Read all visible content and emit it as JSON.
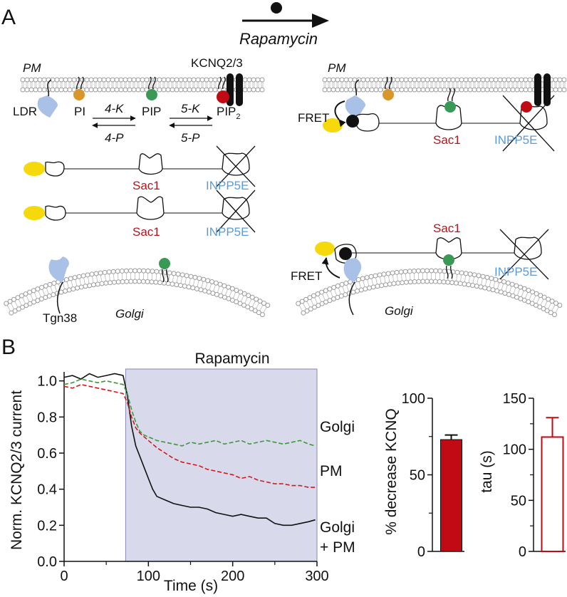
{
  "panel_a": {
    "letter": "A",
    "arrow_label": "Rapamycin",
    "left": {
      "pm": "PM",
      "kcnq": "KCNQ2/3",
      "ldr": "LDR",
      "pi": "PI",
      "pip": "PIP",
      "pip2": "PIP",
      "pip2_sub": "2",
      "k4": "4-K",
      "p4": "4-P",
      "k5": "5-K",
      "p5": "5-P",
      "sac1": "Sac1",
      "inpp5e": "INPP5E",
      "tgn38": "Tgn38",
      "golgi": "Golgi"
    },
    "right": {
      "pm": "PM",
      "fret": "FRET",
      "sac1": "Sac1",
      "inpp5e": "INPP5E",
      "golgi": "Golgi"
    }
  },
  "panel_b": {
    "letter": "B",
    "colors": {
      "golgi": "#3a9a3a",
      "pm": "#cc1c1c",
      "both": "#111111",
      "shade": "#d9d9ec",
      "bar": "#c00a14"
    },
    "chart_data": [
      {
        "type": "line",
        "title": "Rapamycin",
        "xlabel": "Time (s)",
        "ylabel": "Norm. KCNQ2/3 current",
        "xlim": [
          0,
          300
        ],
        "ylim": [
          0,
          1.05
        ],
        "xticks": [
          "0",
          "100",
          "200",
          "300"
        ],
        "yticks": [
          "0.0",
          "0.2",
          "0.4",
          "0.6",
          "0.8",
          "1.0"
        ],
        "shaded_region": [
          73,
          300
        ],
        "series": [
          {
            "name": "Golgi",
            "style": "dashed",
            "x": [
              0,
              10,
              20,
              30,
              40,
              50,
              60,
              70,
              75,
              80,
              85,
              90,
              95,
              100,
              110,
              120,
              130,
              140,
              150,
              160,
              170,
              180,
              190,
              200,
              210,
              220,
              230,
              240,
              250,
              260,
              270,
              280,
              290,
              298
            ],
            "y": [
              0.98,
              0.99,
              1.01,
              1.0,
              0.99,
              1.0,
              0.99,
              0.98,
              0.93,
              0.84,
              0.77,
              0.72,
              0.7,
              0.69,
              0.67,
              0.66,
              0.65,
              0.64,
              0.66,
              0.65,
              0.66,
              0.67,
              0.65,
              0.66,
              0.67,
              0.65,
              0.66,
              0.67,
              0.66,
              0.65,
              0.66,
              0.67,
              0.65,
              0.64
            ]
          },
          {
            "name": "PM",
            "style": "dashed",
            "x": [
              0,
              10,
              20,
              30,
              40,
              50,
              60,
              70,
              75,
              80,
              85,
              90,
              95,
              100,
              110,
              120,
              130,
              140,
              150,
              160,
              170,
              180,
              190,
              200,
              210,
              220,
              230,
              240,
              250,
              260,
              270,
              280,
              290,
              298
            ],
            "y": [
              0.97,
              0.96,
              0.98,
              0.97,
              0.96,
              0.95,
              0.94,
              0.93,
              0.88,
              0.8,
              0.74,
              0.71,
              0.69,
              0.67,
              0.63,
              0.6,
              0.57,
              0.55,
              0.54,
              0.53,
              0.51,
              0.5,
              0.49,
              0.48,
              0.46,
              0.47,
              0.45,
              0.44,
              0.43,
              0.43,
              0.42,
              0.42,
              0.41,
              0.41
            ]
          },
          {
            "name": "Golgi + PM",
            "style": "solid",
            "x": [
              0,
              10,
              20,
              30,
              40,
              50,
              60,
              70,
              75,
              80,
              85,
              90,
              95,
              100,
              105,
              110,
              120,
              130,
              140,
              150,
              160,
              170,
              180,
              190,
              200,
              210,
              220,
              230,
              240,
              250,
              260,
              270,
              280,
              290,
              298
            ],
            "y": [
              1.02,
              1.03,
              1.01,
              1.04,
              1.02,
              1.03,
              1.04,
              1.03,
              0.92,
              0.75,
              0.64,
              0.58,
              0.52,
              0.46,
              0.4,
              0.36,
              0.34,
              0.32,
              0.31,
              0.3,
              0.3,
              0.29,
              0.27,
              0.26,
              0.25,
              0.26,
              0.25,
              0.24,
              0.24,
              0.21,
              0.2,
              0.2,
              0.21,
              0.22,
              0.23
            ]
          }
        ],
        "series_labels": [
          "Golgi",
          "PM",
          "Golgi",
          "+ PM"
        ]
      },
      {
        "type": "bar",
        "categories": [
          ""
        ],
        "values": [
          73
        ],
        "error": [
          3
        ],
        "ylabel": "% decrease KCNQ",
        "ylim": [
          0,
          100
        ],
        "yticks": [
          "0",
          "50",
          "100"
        ],
        "fill": "solid"
      },
      {
        "type": "bar",
        "categories": [
          ""
        ],
        "values": [
          112
        ],
        "error": [
          19
        ],
        "ylabel": "tau (s)",
        "ylim": [
          0,
          150
        ],
        "yticks": [
          "0",
          "50",
          "100",
          "150"
        ],
        "fill": "open"
      }
    ]
  }
}
